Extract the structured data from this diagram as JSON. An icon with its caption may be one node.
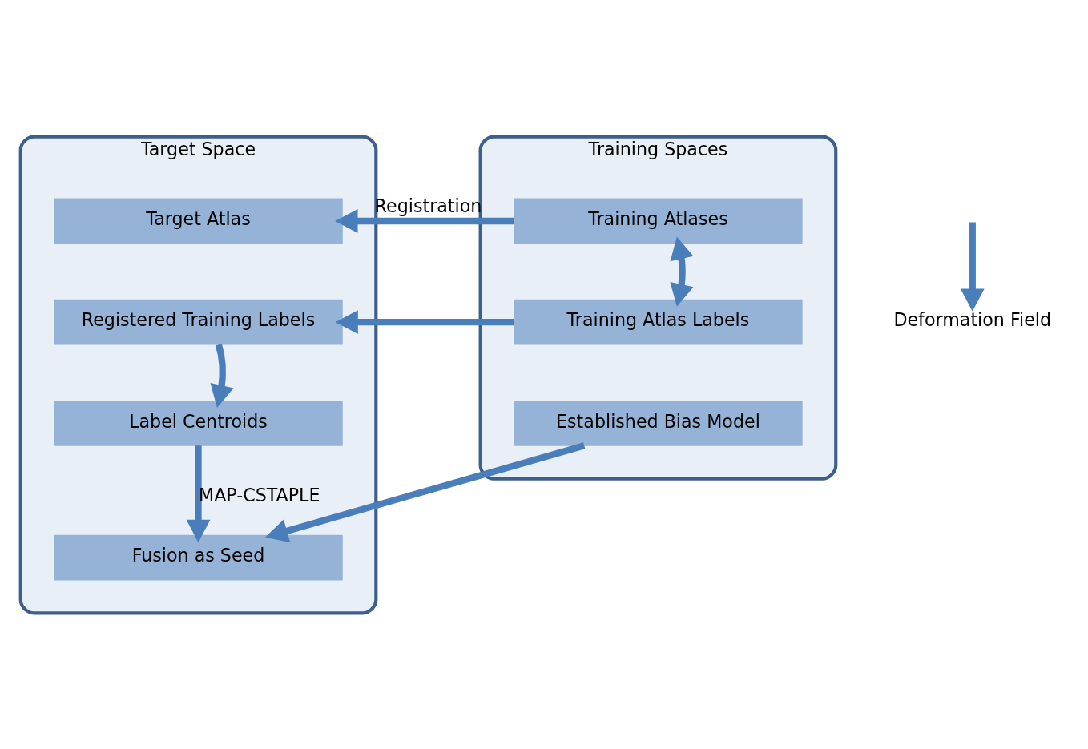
{
  "diagram": {
    "nodes": [
      {
        "text": [
          "Target Space"
        ]
      },
      {
        "text": [
          "Target Atlas"
        ],
        "in": 0
      },
      {
        "text": [
          "Registered Training Labels"
        ],
        "in": 0
      },
      {
        "text": [
          "Label Centroids"
        ],
        "in": 0
      },
      {
        "text": [
          "Fusion as Seed"
        ],
        "in": 0
      },
      {
        "text": [
          "Training Spaces"
        ]
      },
      {
        "text": [
          "Training Atlases"
        ],
        "in": 5
      },
      {
        "text": [
          "Training Atlas Labels"
        ],
        "in": 5
      },
      {
        "text": [
          "Established Bias Model"
        ],
        "in": 5
      },
      {
        "text": [
          "Deformation Field"
        ]
      }
    ],
    "edges": [
      {
        "from": 6,
        "to": 1,
        "arrow": "to",
        "label": "Registration"
      },
      {
        "from": null,
        "to": 9,
        "arrow": "to"
      },
      {
        "from": 7,
        "to": 2,
        "arrow": "to"
      },
      {
        "from": 6,
        "to": 7,
        "arrow": "both"
      },
      {
        "from": 2,
        "to": 3,
        "arrow": "to"
      },
      {
        "from": 3,
        "to": 4,
        "arrow": "to",
        "label": "MAP-CSTAPLE"
      },
      {
        "from": 8,
        "to": 4,
        "arrow": "to"
      }
    ]
  }
}
